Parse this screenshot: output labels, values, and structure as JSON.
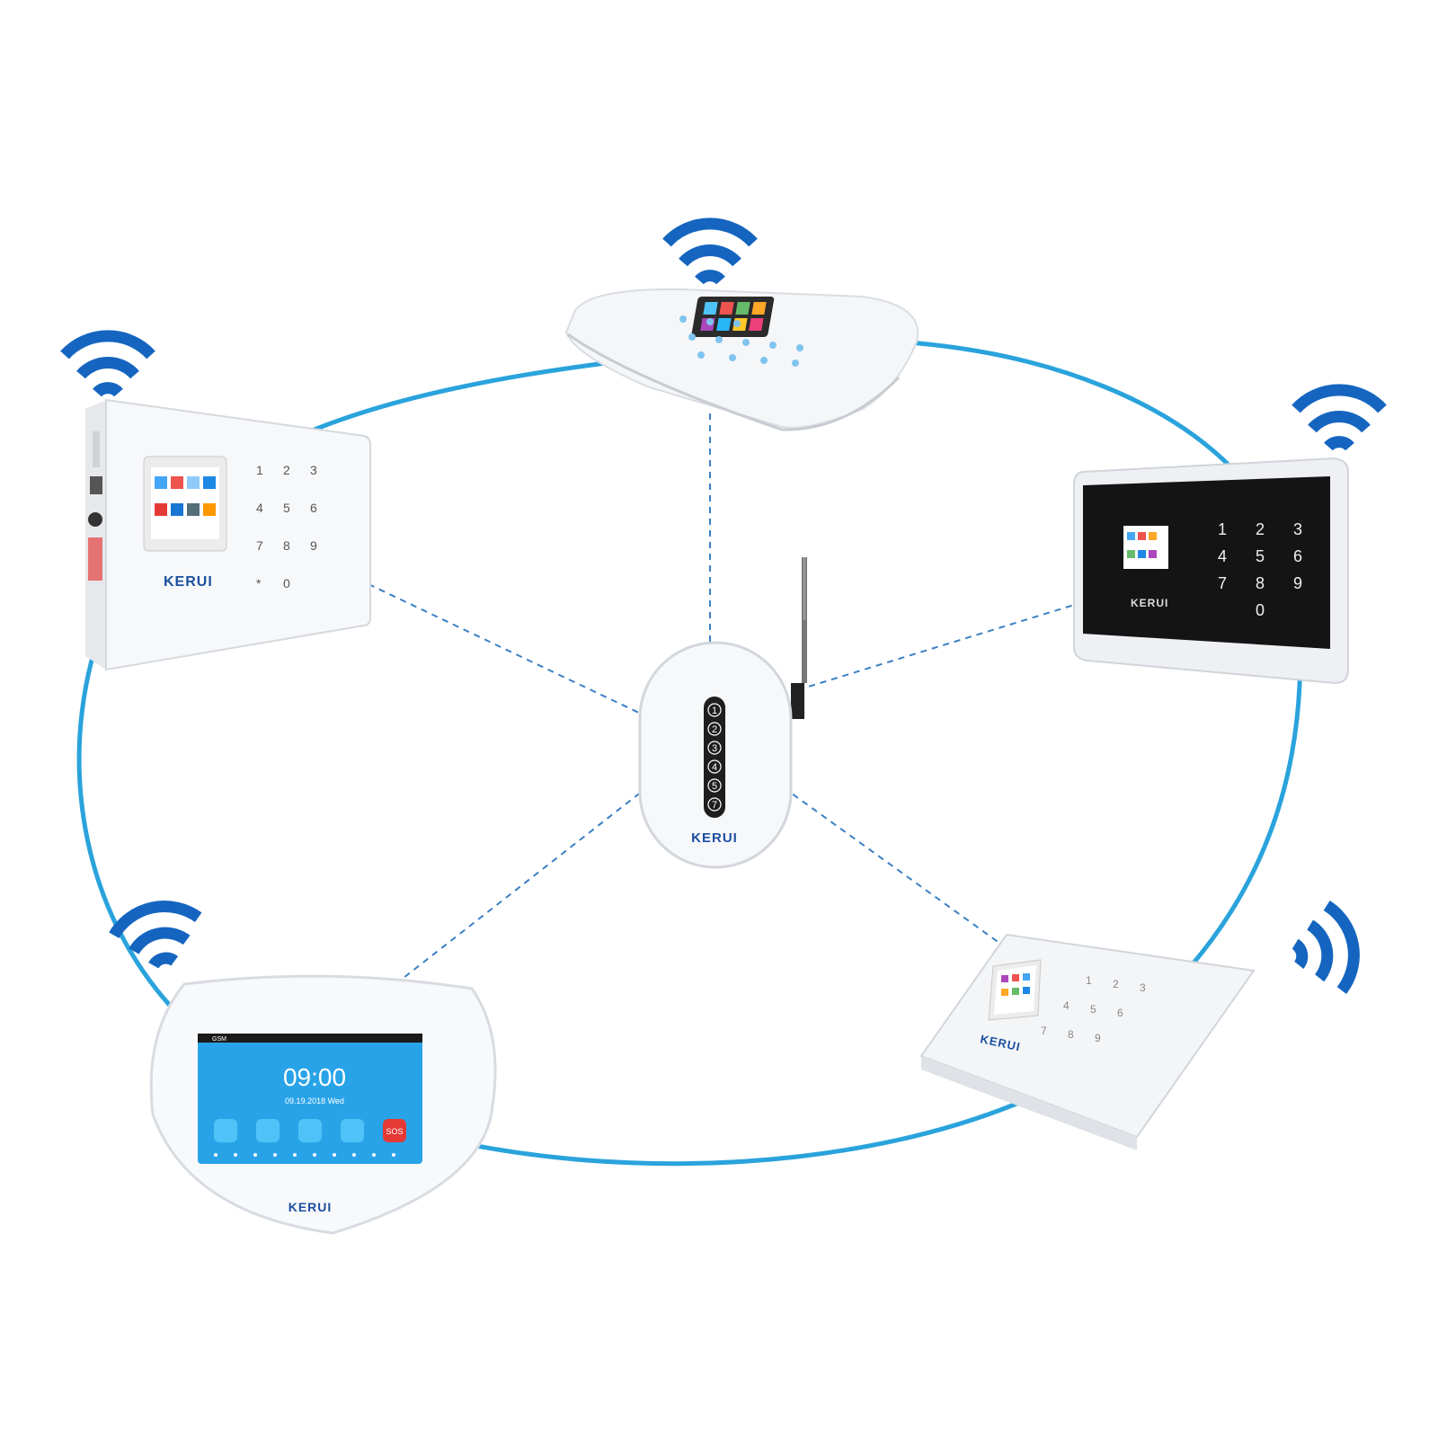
{
  "colors": {
    "network_ring": "#2aa3dc",
    "dashed_link": "#3b7fc4",
    "wifi_icon": "#1565c0",
    "brand_text": "#1c4fa0",
    "device_white": "#f3f4f6",
    "black_panel": "#141414",
    "screen_blue": "#29a3e8",
    "sos_red": "#e53935"
  },
  "icons": {
    "wifi": "wifi-icon",
    "lock": "lock-icon",
    "unlock": "unlock-icon",
    "home": "home-icon",
    "apps": "apps-icon",
    "sos": "sos-icon"
  },
  "repeater": {
    "brand": "KERUI",
    "buttons": [
      "1",
      "2",
      "3",
      "4",
      "5",
      "7"
    ]
  },
  "left_panel": {
    "brand": "KERUI",
    "keypad": [
      "1",
      "2",
      "3",
      "",
      "4",
      "5",
      "6",
      "",
      "7",
      "8",
      "9",
      "",
      "*",
      "0",
      "",
      ""
    ]
  },
  "black_panel": {
    "brand": "KERUI",
    "keypad": [
      "1",
      "2",
      "3",
      "4",
      "5",
      "6",
      "7",
      "8",
      "9",
      "",
      "0",
      ""
    ]
  },
  "touch_panel": {
    "brand": "KERUI",
    "time": "09:00",
    "date": "09.19.2018  Wed",
    "status": "GSM",
    "sos": "SOS"
  },
  "right_panel": {
    "brand": "KERUI",
    "keypad": [
      "1",
      "2",
      "3",
      "",
      "4",
      "5",
      "6",
      "",
      "7",
      "8",
      "9",
      "",
      "",
      "",
      "",
      ""
    ]
  }
}
